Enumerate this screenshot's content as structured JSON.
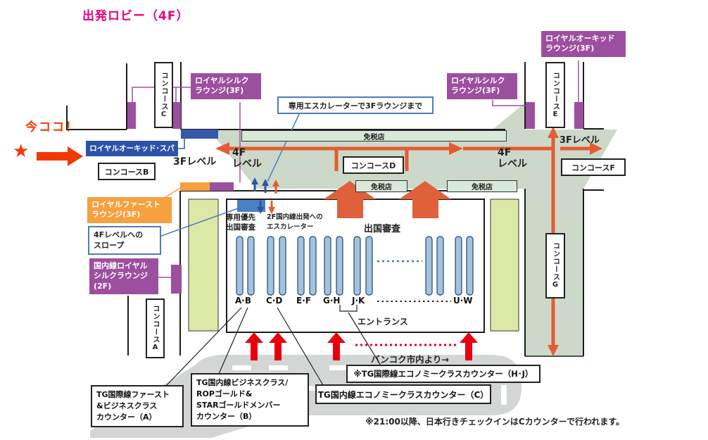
{
  "title": "出発ロビー（4F）",
  "marker": {
    "label": "今ココ！",
    "star": "★"
  },
  "labels": {
    "spa": "ロイヤルオーキッド･スパ(3F)",
    "level_3f_left": "3Fレベル",
    "level_3f_right": "3Fレベル",
    "level_4f_line1": "4F",
    "level_4f_line2": "レベル"
  },
  "concourses": {
    "a": "コンコースA",
    "b": "コンコースB",
    "c": "コンコースC",
    "d": "コンコースD",
    "e": "コンコースE",
    "f": "コンコースF",
    "g": "コンコースG"
  },
  "lounges": {
    "royal_silk_left": {
      "line1": "ロイヤルシルク",
      "line2": "ラウンジ(3F)"
    },
    "royal_silk_right": {
      "line1": "ロイヤルシルク",
      "line2": "ラウンジ(3F)"
    },
    "royal_orchid": {
      "line1": "ロイヤルオーキッド",
      "line2": "ラウンジ(3F)"
    },
    "royal_first": {
      "line1": "ロイヤルファースト",
      "line2": "ラウンジ(3F)"
    },
    "domestic_silk": {
      "line1": "国内線ロイヤル",
      "line2": "シルクラウンジ",
      "line3": "(2F)"
    }
  },
  "notes": {
    "escalator": "専用エスカレーターで3Fラウンジまで",
    "ramp": {
      "line1": "4Fレベルへの",
      "line2": "スロープ"
    },
    "priority": {
      "line1": "専用優先",
      "line2": "出国審査"
    },
    "esc_2f": {
      "line1": "2F国内線出発への",
      "line2": "エスカレーター"
    },
    "immigration": "出国審査",
    "entrance": "エントランス",
    "duty_free": "免税店",
    "from_city": "バンコク市内より→",
    "bottom_note": "※21:00以降、日本行きチェックインはCカウンターで行われます。"
  },
  "counters": {
    "groups": [
      "A·B",
      "C·D",
      "E·F",
      "G·H",
      "J·K",
      "U·W"
    ]
  },
  "callouts": {
    "a": {
      "line1": "TG国際線ファースト",
      "line2": "&ビジネスクラス",
      "line3": "カウンター（A）"
    },
    "b": {
      "line1": "TG国内線ビジネスクラス/",
      "line2": "ROPゴールド&",
      "line3": "STARゴールドメンバー",
      "line4": "カウンター（B）"
    },
    "c": "TG国内線エコノミークラスカウンター（C）",
    "hj": "※TG国際線エコノミークラスカウンター（H･J）"
  },
  "colors": {
    "accent_magenta": "#e6007e",
    "alert_red": "#f23a00",
    "path_red": "#e45c35",
    "arrow_red": "#e8000f",
    "purple": "#9c4f9e",
    "orange": "#f6a03f",
    "blue_dark": "#2d53a8",
    "blue_mid": "#4c80c5",
    "green_walkway": "#ccd9c8",
    "green_light": "#d7e9d7",
    "yellow_green": "#dce9a6",
    "counter_blue": "#a3c2dd",
    "road_gray": "#d4d6d6"
  }
}
